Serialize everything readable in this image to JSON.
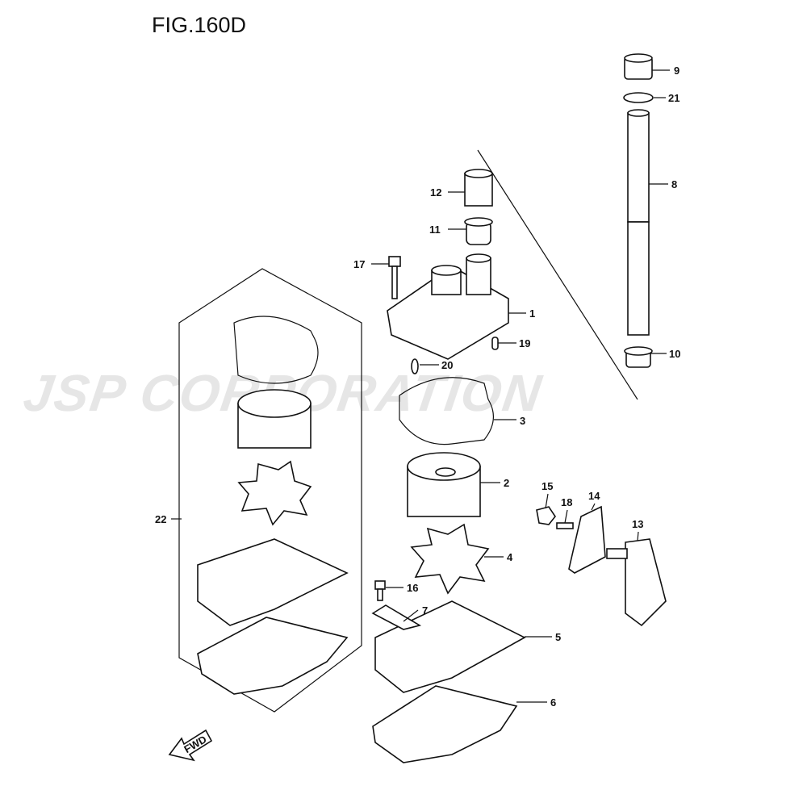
{
  "figure_title": "FIG.160D",
  "watermark": "JSP CORPORATION",
  "fwd_label": "FWD",
  "callouts": {
    "c1": "1",
    "c2": "2",
    "c3": "3",
    "c4": "4",
    "c5": "5",
    "c6": "6",
    "c7": "7",
    "c8": "8",
    "c9": "9",
    "c10": "10",
    "c11": "11",
    "c12": "12",
    "c13": "13",
    "c14": "14",
    "c15": "15",
    "c16": "16",
    "c17": "17",
    "c18": "18",
    "c19": "19",
    "c20": "20",
    "c21": "21",
    "c22": "22"
  }
}
